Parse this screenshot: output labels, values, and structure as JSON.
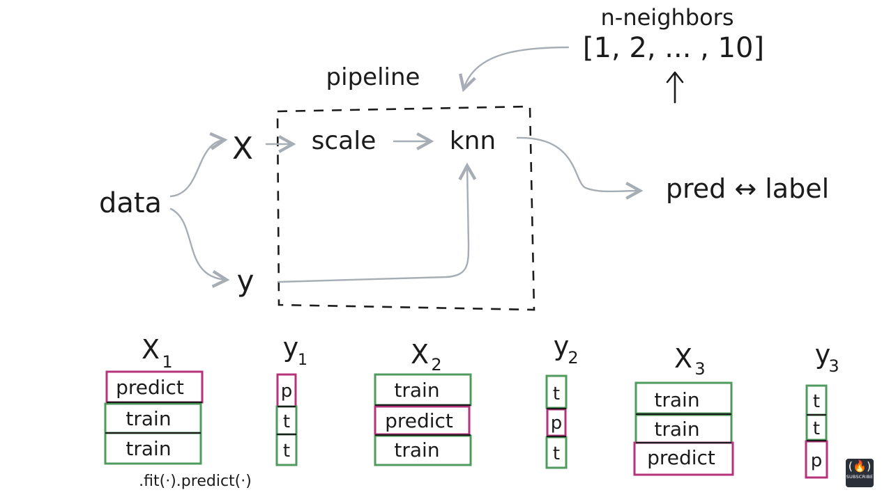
{
  "labels": {
    "n_neighbors": "n-neighbors",
    "n_neighbors_values": "[1, 2, ... , 10]",
    "pipeline": "pipeline",
    "data": "data",
    "X": "X",
    "y": "y",
    "scale": "scale",
    "knn": "knn",
    "pred_label": "pred ↔ label",
    "fit_predict": ".fit(·).predict(·)"
  },
  "folds": [
    {
      "x_label": "X",
      "x_sub": "1",
      "y_label": "y",
      "y_sub": "1",
      "x_rows": [
        "predict",
        "train",
        "train"
      ],
      "y_rows": [
        "p",
        "t",
        "t"
      ]
    },
    {
      "x_label": "X",
      "x_sub": "2",
      "y_label": "y",
      "y_sub": "2",
      "x_rows": [
        "train",
        "predict",
        "train"
      ],
      "y_rows": [
        "t",
        "p",
        "t"
      ]
    },
    {
      "x_label": "X",
      "x_sub": "3",
      "y_label": "y",
      "y_sub": "3",
      "x_rows": [
        "train",
        "train",
        "predict"
      ],
      "y_rows": [
        "t",
        "t",
        "p"
      ]
    }
  ],
  "colors": {
    "predict": "#b5337a",
    "train": "#4f9a5d",
    "flow": "#a7adb5",
    "ink": "#1b1b1b"
  },
  "icons": {
    "subscribe": "fcc-fire-icon"
  },
  "subscribe_label": "SUBSCRIBE"
}
